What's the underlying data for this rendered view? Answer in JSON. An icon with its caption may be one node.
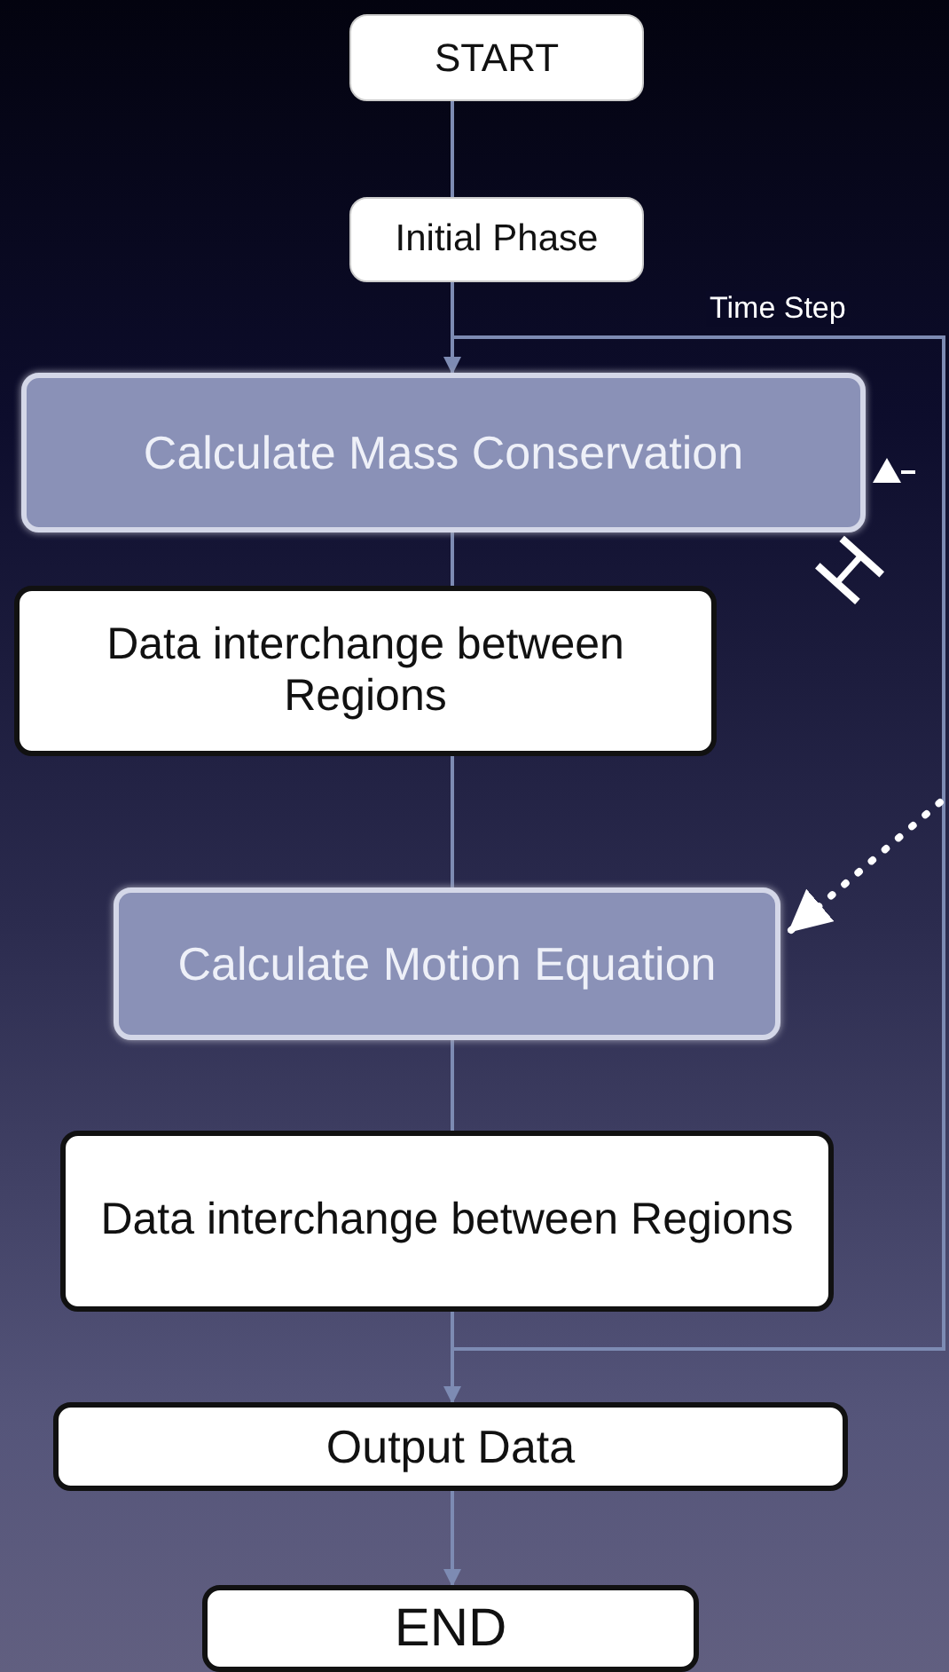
{
  "diagram": {
    "nodes": [
      {
        "text": [
          "START"
        ]
      },
      {
        "text": [
          "Initial  Phase"
        ]
      },
      {
        "text": [
          "Calculate Mass Conservation"
        ]
      },
      {
        "text": [
          "Data interchange between Regions"
        ]
      },
      {
        "text": [
          "Calculate Motion Equation"
        ]
      },
      {
        "text": [
          "Data interchange between Regions"
        ]
      },
      {
        "text": [
          "Output Data"
        ]
      },
      {
        "text": [
          "END"
        ]
      }
    ],
    "edges": [
      {
        "from": 0,
        "to": 1,
        "arrow": "none"
      },
      {
        "from": 1,
        "to": 2,
        "arrow": "none"
      },
      {
        "from": 2,
        "to": 3,
        "arrow": "none"
      },
      {
        "from": 3,
        "to": 4,
        "arrow": "none"
      },
      {
        "from": 4,
        "to": 5,
        "arrow": "none"
      },
      {
        "from": 5,
        "to": 6,
        "arrow": "to"
      },
      {
        "from": 6,
        "to": 7,
        "arrow": "to"
      },
      {
        "from": 5,
        "to": 2,
        "arrow": "to",
        "label": "Time Step"
      },
      {
        "from": null,
        "to": 4,
        "arrow": "to",
        "style": "dashed",
        "color": "#ffffff"
      }
    ],
    "labels": [
      "H"
    ]
  }
}
